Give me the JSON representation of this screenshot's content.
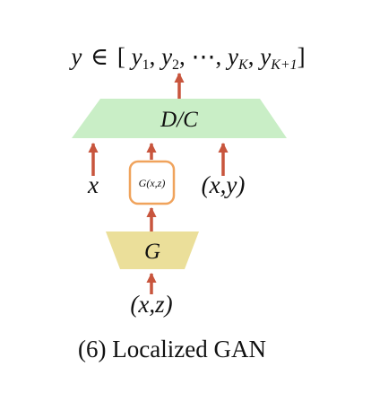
{
  "output_label": {
    "y": "y",
    "in": "∈",
    "lbracket": "[",
    "y1": "y",
    "y1_sub": "1",
    "comma1": ",",
    "y2": "y",
    "y2_sub": "2",
    "comma2": ",",
    "dots": "⋯",
    "comma3": ",",
    "yK": "y",
    "yK_sub": "K",
    "comma4": ",",
    "yK1": "y",
    "yK1_sub": "K+1",
    "rbracket": "]"
  },
  "discriminator_label": "D/C",
  "inputs": {
    "x": "x",
    "g_box": "G(x,z)",
    "xy": "(x,y)"
  },
  "generator_label": "G",
  "generator_input": "(x,z)",
  "caption": "(6) Localized GAN",
  "colors": {
    "arrow": "#c8553d",
    "discriminator_fill": "#c9eec6",
    "generator_fill": "#ebdf9a",
    "g_box_border": "#f0a35c"
  }
}
